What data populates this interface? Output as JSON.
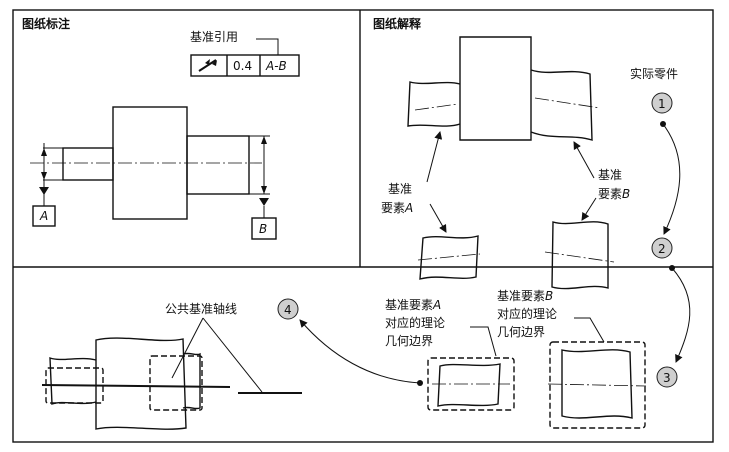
{
  "panels": {
    "drawing_notation": "图纸标注",
    "drawing_interpretation": "图纸解释"
  },
  "callouts": {
    "datum_reference": "基准引用",
    "actual_part": "实际零件",
    "common_datum_axis": "公共基准轴线"
  },
  "feature_control_frame": {
    "tolerance": "0.4",
    "datums": "A-B"
  },
  "datum_labels": {
    "a": "A",
    "b": "B"
  },
  "datum_feature_a": {
    "line1": "基准",
    "line2": "要素",
    "letter": "A"
  },
  "datum_feature_b": {
    "line1": "基准",
    "line2": "要素",
    "letter": "B"
  },
  "boundary_a": {
    "line1": "基准要素",
    "letter": "A",
    "line2": "对应的理论",
    "line3": "几何边界"
  },
  "boundary_b": {
    "line1": "基准要素",
    "letter": "B",
    "line2": "对应的理论",
    "line3": "几何边界"
  },
  "steps": {
    "s1": "1",
    "s2": "2",
    "s3": "3",
    "s4": "4"
  }
}
